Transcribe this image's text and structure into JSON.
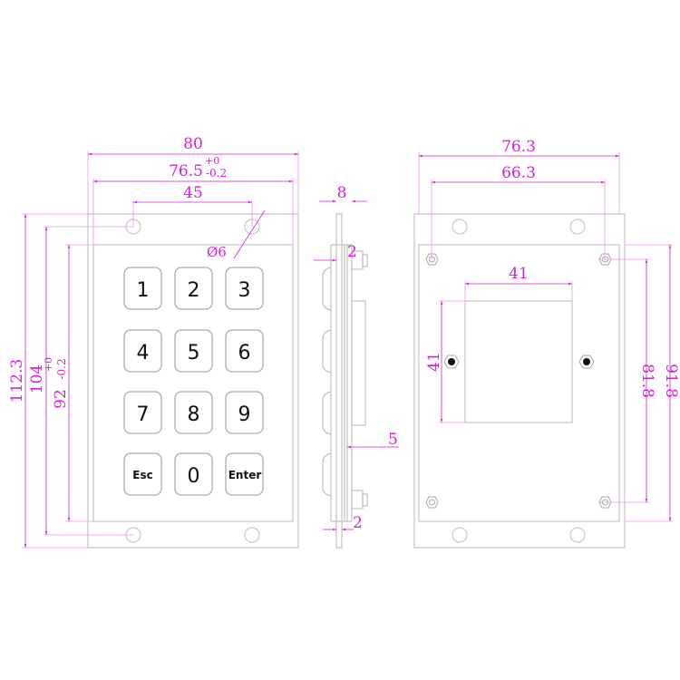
{
  "colors": {
    "outline": "#c8c8c8",
    "dimension": "#d61fd6",
    "key_text": "#111111",
    "background": "#ffffff"
  },
  "front_view": {
    "keys": [
      {
        "label": "1"
      },
      {
        "label": "2"
      },
      {
        "label": "3"
      },
      {
        "label": "4"
      },
      {
        "label": "5"
      },
      {
        "label": "6"
      },
      {
        "label": "7"
      },
      {
        "label": "8"
      },
      {
        "label": "9"
      },
      {
        "label": "Esc"
      },
      {
        "label": "0"
      },
      {
        "label": "Enter"
      }
    ],
    "dimensions": {
      "overall_width": "80",
      "panel_width": "76.5",
      "panel_width_tol_upper": "+0",
      "panel_width_tol_lower": "-0.2",
      "hole_spacing": "45",
      "hole_diameter": "Ø6",
      "overall_height": "112.3",
      "panel_height": "104",
      "keypad_height": "92",
      "keypad_height_tol_upper": "+0",
      "keypad_height_tol_lower": "-0.2"
    }
  },
  "side_view": {
    "dimensions": {
      "total_depth": "8",
      "top_offset": "2",
      "stud_length": "5",
      "bottom_offset": "2"
    }
  },
  "rear_view": {
    "dimensions": {
      "overall_width": "76.3",
      "stud_spacing_h": "66.3",
      "window_width": "41",
      "window_height": "41",
      "stud_spacing_v": "81.8",
      "overall_height": "91.8"
    }
  }
}
